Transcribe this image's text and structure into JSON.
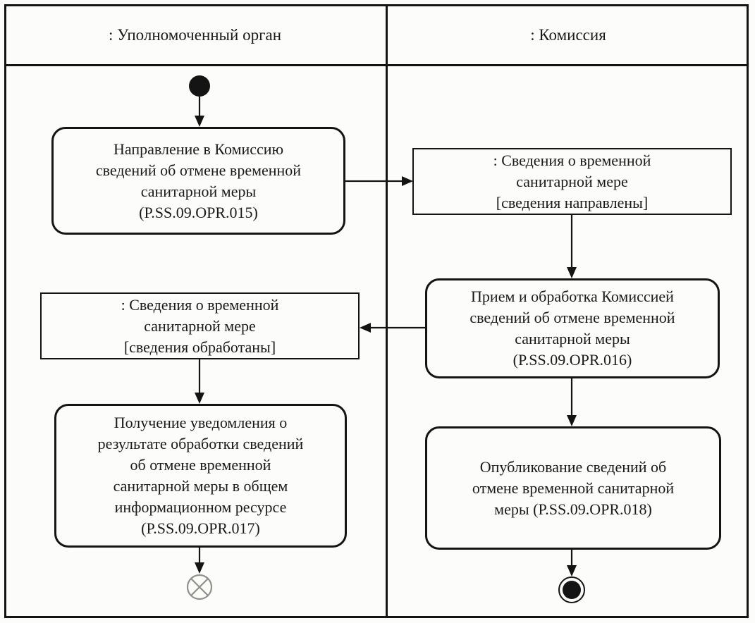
{
  "colors": {
    "ink": "#141414",
    "background": "#fcfdfa",
    "final_node_gray": "#8f8f8f"
  },
  "lanes": [
    {
      "title": ": Уполномоченный орган"
    },
    {
      "title": ": Комиссия"
    }
  ],
  "nodes": {
    "action_opr015": {
      "lines": [
        "Направление в Комиссию",
        "сведений об отмене временной",
        "санитарной меры",
        "(P.SS.09.OPR.015)"
      ]
    },
    "object_sent": {
      "lines": [
        ": Сведения о временной",
        "санитарной мере",
        "[сведения направлены]"
      ]
    },
    "action_opr016": {
      "lines": [
        "Прием и обработка Комиссией",
        "сведений об отмене временной",
        "санитарной меры",
        "(P.SS.09.OPR.016)"
      ]
    },
    "object_processed": {
      "lines": [
        ": Сведения о временной",
        "санитарной мере",
        "[сведения обработаны]"
      ]
    },
    "action_opr017": {
      "lines": [
        "Получение уведомления о",
        "результате обработки сведений",
        "об отмене временной",
        "санитарной меры в общем",
        "информационном ресурсе",
        "(P.SS.09.OPR.017)"
      ]
    },
    "action_opr018": {
      "lines": [
        "Опубликование сведений об",
        "отмене временной санитарной",
        "меры (P.SS.09.OPR.018)"
      ]
    }
  }
}
